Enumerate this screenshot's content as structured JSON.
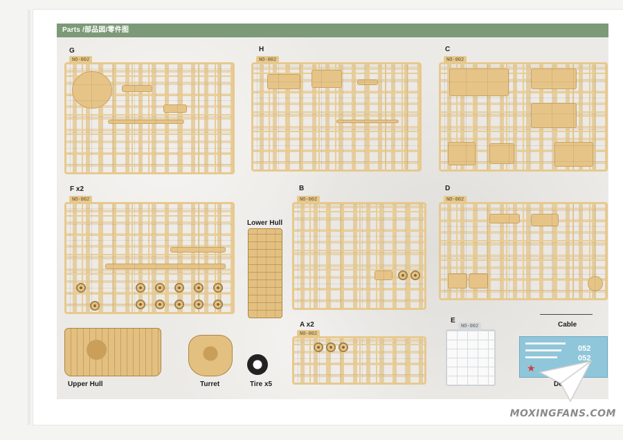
{
  "header": {
    "title": "Parts /部品図/零件图"
  },
  "sprue_tag": "NO-002",
  "sprues": [
    {
      "id": "G",
      "label": "G"
    },
    {
      "id": "H",
      "label": "H"
    },
    {
      "id": "C",
      "label": "C"
    },
    {
      "id": "F",
      "label": "F x2"
    },
    {
      "id": "B",
      "label": "B"
    },
    {
      "id": "D",
      "label": "D"
    },
    {
      "id": "A",
      "label": "A x2"
    },
    {
      "id": "E",
      "label": "E"
    }
  ],
  "components": {
    "lower_hull": "Lower Hull",
    "upper_hull": "Upper Hull",
    "turret": "Turret",
    "tire": "Tire x5",
    "cable": "Cable",
    "decal": "Decal"
  },
  "decal_numbers": [
    "052",
    "052"
  ],
  "watermark": "MOXINGFANS.COM",
  "colors": {
    "header": "#7c9a78",
    "sprue": "#e7c98d",
    "decal_sheet": "#8fc6da"
  }
}
